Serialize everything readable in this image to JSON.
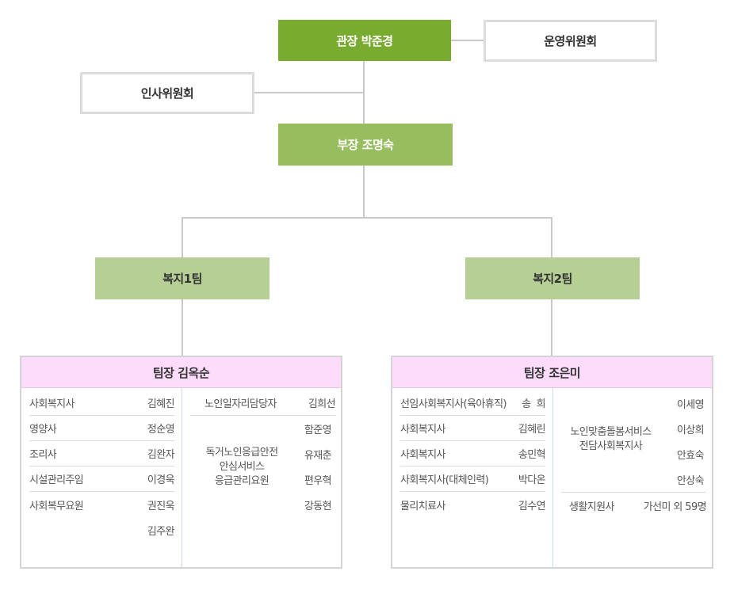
{
  "director": "관장 박준경",
  "operating_committee": "운영위원회",
  "personnel_committee": "인사위원회",
  "deputy": "부장 조명숙",
  "team1": {
    "name": "복지1팀",
    "leader": "팀장 김옥순",
    "left_rows": [
      {
        "role": "사회복지사",
        "name": "김혜진"
      },
      {
        "role": "영양사",
        "name": "정순영"
      },
      {
        "role": "조리사",
        "name": "김완자"
      },
      {
        "role": "시설관리주임",
        "name": "이경욱"
      },
      {
        "role": "사회복무요원",
        "name": "권진욱"
      }
    ],
    "left_extra": "김주완",
    "right_top": {
      "role": "노인일자리담당자",
      "name": "김희선"
    },
    "right_group_role_lines": [
      "독거노인응급안전",
      "안심서비스",
      "응급관리요원"
    ],
    "right_group_names": [
      "함준영",
      "유재춘",
      "편우혁",
      "강동현"
    ]
  },
  "team2": {
    "name": "복지2팀",
    "leader": "팀장 조은미",
    "left_rows": [
      {
        "role": "선임사회복지사(육아휴직)",
        "name": "송  희"
      },
      {
        "role": "사회복지사",
        "name": "김혜린"
      },
      {
        "role": "사회복지사",
        "name": "송민혁"
      },
      {
        "role": "사회복지사(대체인력)",
        "name": "박다온"
      },
      {
        "role": "물리치료사",
        "name": "김수연"
      }
    ],
    "right_group_role_lines": [
      "노인맞춤돌봄서비스",
      "전담사회복지사"
    ],
    "right_group_names": [
      "이세영",
      "이상희",
      "안효숙",
      "안상숙"
    ],
    "right_bottom": {
      "role": "생활지원사",
      "name": "가선미 외 59명"
    }
  }
}
